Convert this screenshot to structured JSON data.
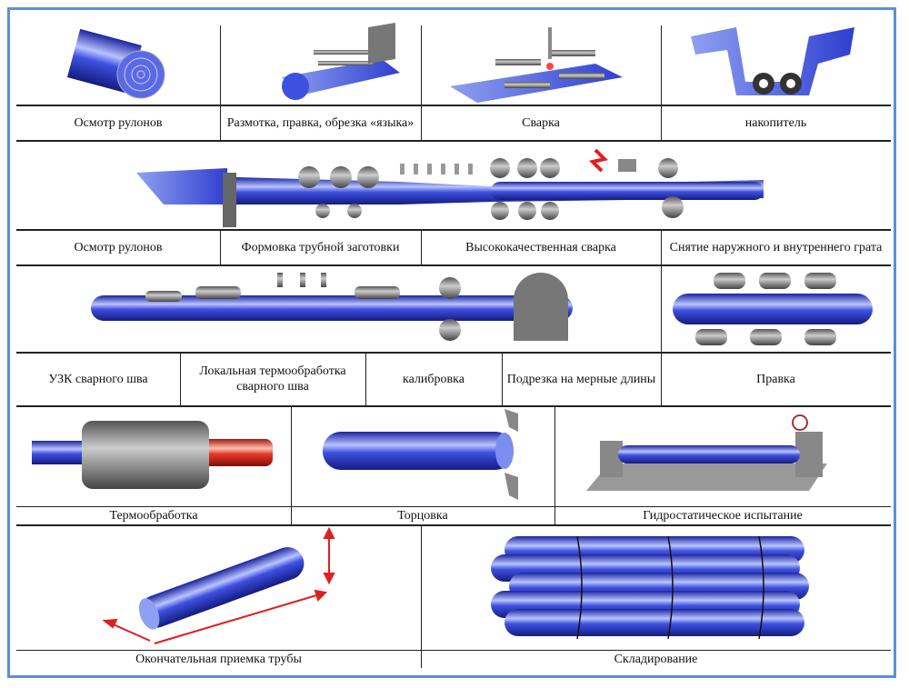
{
  "colors": {
    "frame": "#5b8fd6",
    "pipe": "#2f3fd0",
    "pipe_highlight": "#b8c4ff",
    "heated_pipe": "#e8392a",
    "arrow": "#e02020"
  },
  "rows": [
    {
      "labels": [
        "Осмотр рулонов",
        "Размотка, правка, обрезка «языка»",
        "Сварка",
        "накопитель"
      ]
    },
    {
      "labels": [
        "Осмотр рулонов",
        "Формовка трубной заготовки",
        "Высококачественная сварка",
        "Снятие наружного и внутреннего грата"
      ]
    },
    {
      "labels": [
        "УЗК сварного шва",
        "Локальная термообработка сварного шва",
        "калибровка",
        "Подрезка на мерные длины",
        "Правка"
      ]
    },
    {
      "labels": [
        "Термообработка",
        "Торцовка",
        "Гидростатическое испытание"
      ]
    },
    {
      "labels": [
        "Окончательная приемка трубы",
        "Складирование"
      ]
    }
  ]
}
